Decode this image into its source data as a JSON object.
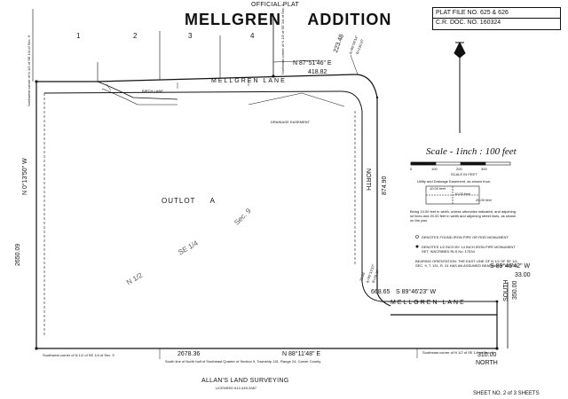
{
  "header": {
    "official": "OFFICIAL PLAT",
    "title_left": "MELLGREN",
    "title_right": "ADDITION",
    "plat_file_label": "PLAT FILE NO.",
    "plat_file_value": "625 & 626",
    "doc_label": "C.R. DOC. NO.",
    "doc_value": "160324"
  },
  "lots": [
    "1",
    "2",
    "3",
    "4"
  ],
  "streets": {
    "top": "MELLGREN LANE",
    "bottom": "MELLGREN LANE",
    "east": "NORTH",
    "birch": "BIRCH LANE"
  },
  "outlot": {
    "label": "OUTLOT",
    "letter": "A",
    "section": "Sec. 9",
    "quarter": "SE 1/4",
    "half": "N 1/2"
  },
  "bearings": {
    "top_bearing": "N 87°51'46\" E",
    "top_distance": "418.82",
    "curve_length": "223.48",
    "curve_delta": "Δ=90°06'14\"",
    "curve_radius": "R=130.97",
    "east_distance": "874.90",
    "west_bearing": "N 0°13'50\" W",
    "west_distance": "2650.09",
    "sw_curve_1": "20.58",
    "sw_curve_2": "Δ=90°13'37\"",
    "sw_curve_3": "R=76.37",
    "bottom_bearing": "S 89°46'23\" W",
    "bottom_distance": "668.65",
    "se_bearing": "S 89°46'42\" W",
    "se_distance": "33.00",
    "south_label": "SOUTH",
    "south_distance": "350.00",
    "base_distance": "2678.36",
    "base_bearing": "N 88°11'48\" E",
    "north_310": "310.00",
    "north_label": "NORTH"
  },
  "scale": {
    "title": "Scale - 1inch : 100 feet",
    "unit": "SCALE IN FEET",
    "ticks": [
      "0",
      "100",
      "200",
      "300"
    ]
  },
  "legend": {
    "easement": "Utility and Drainage Easement, as shown thus:",
    "e1": "10.00 feet",
    "e2": "10.00 feet",
    "e3": "20.00 feet",
    "being": "Being 10.00 feet in width, unless otherwise indicated, and adjoining lot lines and 20.00 feet in width and adjoining street lines, as shown on the plat.",
    "found": "DENOTES FOUND IRON PIPE OR ROD MONUMENT",
    "set": "DENOTES 1/2 INCH BY 14 INCH IRON PIPE MONUMENT SET, INSCRIBED RLS No. 17534",
    "bearing_note": "BEARING ORIENTATION: THE EAST LINE OF N 1/2 OF SE 1/4, SEC. 9, T. 131, R. 24 HAS AN ASSUMED BEARING OF NORTH."
  },
  "notes": {
    "sw_corner": "Southwest corner of N 1/2 of SE 1/4 of Sec. 9",
    "nw_corner": "Northwest corner of N 1/2 of SE 1/4 of Sec. 9",
    "ne_corner": "Northeast corner of N 1/2 of SE 1/4 of Sec. 9",
    "se_corner": "Southeast corner of N 1/2 of SE 1/4 of Sec. 9",
    "south_line": "South line of North half of Southeast Quarter of Section 9, Township 131, Range 24, Carver County",
    "drainage": "DRAINAGE EASEMENT"
  },
  "footer": {
    "surveyor": "ALLAN'S LAND SURVEYING",
    "sub": "LICENSED 612-449-3367",
    "sheet": "SHEET NO. 2 of 3 SHEETS"
  }
}
